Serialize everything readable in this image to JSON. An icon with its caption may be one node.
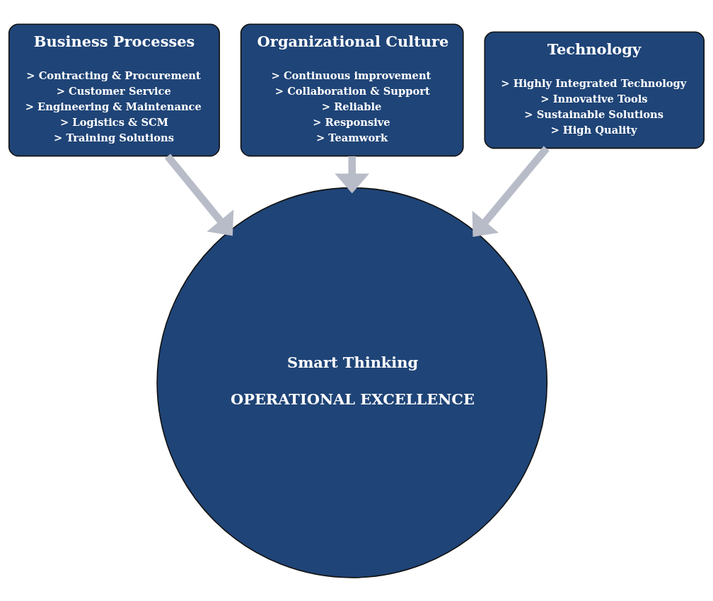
{
  "diagram": {
    "nodes": [
      {
        "text": [
          "Organizational Culture",
          "> Continuous improvement",
          "> Collaboration & Support",
          "> Reliable",
          "> Responsive",
          "> Teamwork"
        ]
      },
      {
        "text": [
          "Business Processes",
          "> Contracting & Procurement",
          "> Customer Service",
          "> Engineering & Maintenance",
          "> Logistics & SCM",
          "> Training Solutions"
        ]
      },
      {
        "text": [
          "Technology",
          "> Highly Integrated Technology",
          "> Innovative Tools",
          "> Sustainable Solutions",
          "> High Quality"
        ]
      },
      {
        "text": [
          "Smart Thinking",
          "OPERATIONAL EXCELLENCE"
        ]
      }
    ],
    "edges": [
      {
        "from": 0,
        "to": 3,
        "arrow": "to"
      },
      {
        "from": 1,
        "to": 3,
        "arrow": "to"
      },
      {
        "from": 2,
        "to": 3,
        "arrow": "to"
      }
    ]
  }
}
